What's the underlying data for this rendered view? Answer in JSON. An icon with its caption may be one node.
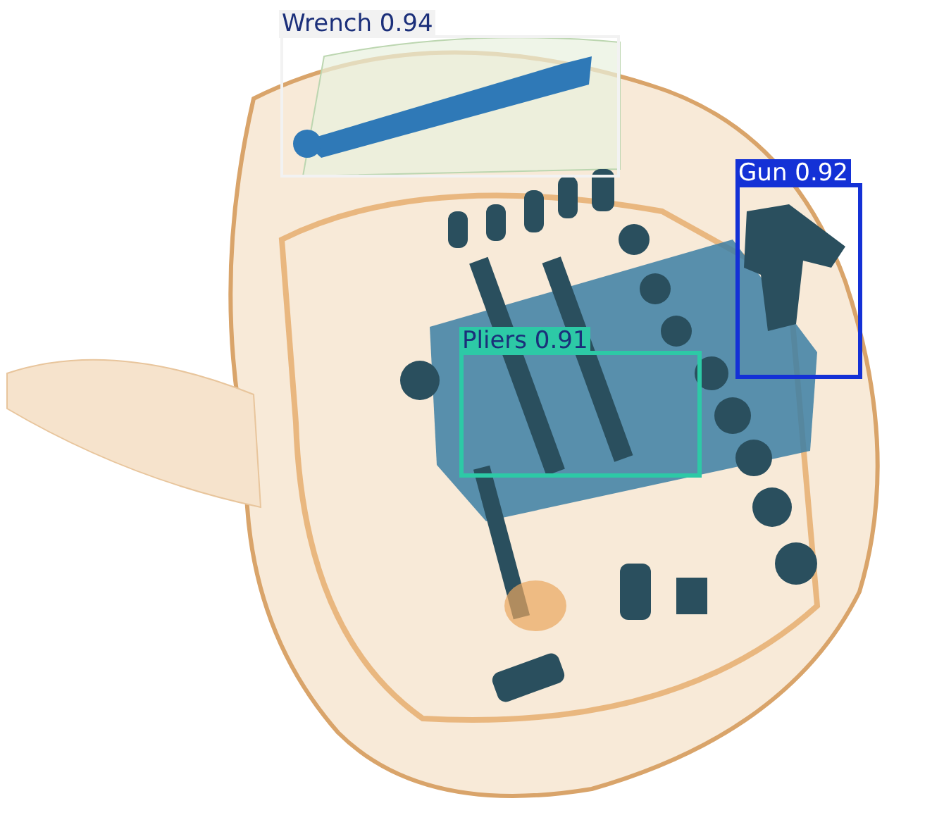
{
  "diagram": {
    "nodes": [
      {
        "text": [
          "Wrench 0.94"
        ]
      },
      {
        "text": [
          "Gun 0.92"
        ]
      },
      {
        "text": [
          "Pliers 0.91"
        ]
      }
    ]
  }
}
